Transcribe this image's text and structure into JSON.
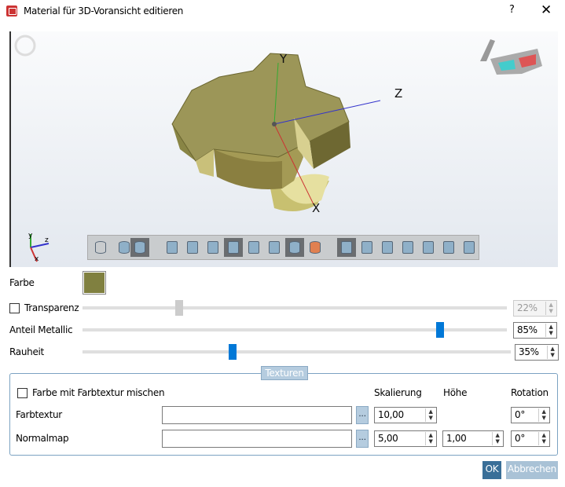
{
  "window": {
    "title": "Material für 3D-Voransicht editieren",
    "help": "?",
    "close": "✕"
  },
  "viewport": {
    "axis_labels": {
      "x": "X",
      "y": "Y",
      "z": "Z"
    },
    "mini_axis": {
      "x": "x",
      "y": "y",
      "z": "z"
    },
    "toolbar": [
      "wireframe",
      "shaded",
      "shaded-edges",
      "zoom",
      "zoom-window",
      "rotate",
      "measure",
      "grid",
      "section",
      "cut-color",
      "box",
      "view-iso-1",
      "view-iso-2",
      "view-iso-3",
      "view-iso-4",
      "view-iso-5",
      "view-iso-6",
      "view-iso-7"
    ],
    "toolbar_active": [
      2,
      6,
      9,
      11
    ]
  },
  "material": {
    "color_label": "Farbe",
    "color": "#808040",
    "transparency": {
      "label": "Transparenz",
      "checked": false,
      "value": "22%",
      "fraction": 0.22,
      "enabled": false
    },
    "metallic": {
      "label": "Anteil Metallic",
      "value": "85%",
      "fraction": 0.85
    },
    "roughness": {
      "label": "Rauheit",
      "value": "35%",
      "fraction": 0.35
    }
  },
  "textures": {
    "title": "Texturen",
    "mix_label": "Farbe mit Farbtextur mischen",
    "mix_checked": false,
    "headers": {
      "scale": "Skalierung",
      "height": "Höhe",
      "rotation": "Rotation"
    },
    "browse": "...",
    "rows": [
      {
        "label": "Farbtextur",
        "file": "",
        "scale": "10,00",
        "rotation": "0°"
      },
      {
        "label": "Normalmap",
        "file": "",
        "scale": "5,00",
        "height": "1,00",
        "rotation": "0°"
      }
    ]
  },
  "buttons": {
    "ok": "OK",
    "cancel": "Abbrechen"
  },
  "colors": {
    "accent": "#0078d7",
    "group": "#b5ccdf",
    "ok": "#3a6f98"
  }
}
